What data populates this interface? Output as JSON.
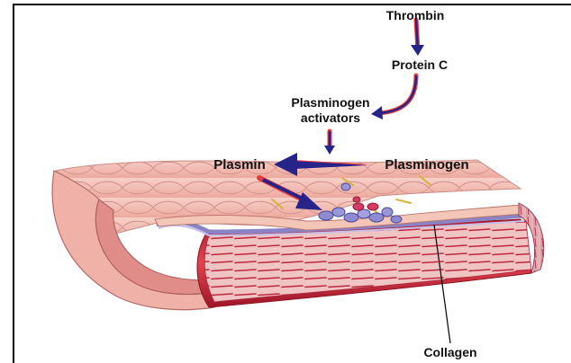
{
  "labels": {
    "thrombin": "Thrombin",
    "protein_c": "Protein C",
    "plasminogen_activators_line1": "Plasminogen",
    "plasminogen_activators_line2": "activators",
    "plasmin": "Plasmin",
    "plasminogen": "Plasminogen",
    "collagen": "Collagen"
  },
  "colors": {
    "arrow_blue": "#26238a",
    "arrow_red": "#e83a3a",
    "vessel_pink": "#f2b9b0",
    "cell_outline": "#c98c86",
    "muscle_red": "#c7334a",
    "basement_blue": "#8f86c8",
    "cylinder_red": "#d32a3c"
  }
}
